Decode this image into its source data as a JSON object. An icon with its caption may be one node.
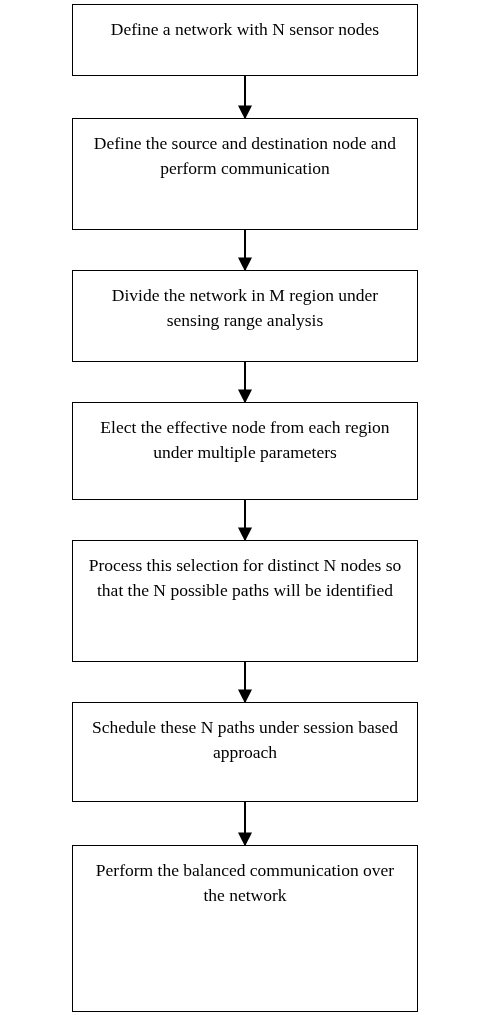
{
  "diagram": {
    "nodes": [
      {
        "text": [
          "Define a network with N sensor nodes"
        ]
      },
      {
        "text": [
          "Define the source and destination node and perform communication"
        ]
      },
      {
        "text": [
          "Divide the network in M region under sensing range analysis"
        ]
      },
      {
        "text": [
          "Elect the effective node from each region under multiple parameters"
        ]
      },
      {
        "text": [
          "Process this selection for distinct N nodes so that the N possible paths will be identified"
        ]
      },
      {
        "text": [
          "Schedule these N paths under session based approach"
        ]
      },
      {
        "text": [
          "Perform the balanced communication over the network"
        ]
      }
    ],
    "edges": [
      {
        "from": 0,
        "to": 1,
        "arrow": "to"
      },
      {
        "from": 1,
        "to": 2,
        "arrow": "to"
      },
      {
        "from": 2,
        "to": 3,
        "arrow": "to"
      },
      {
        "from": 3,
        "to": 4,
        "arrow": "to"
      },
      {
        "from": 4,
        "to": 5,
        "arrow": "to"
      },
      {
        "from": 5,
        "to": 6,
        "arrow": "to"
      }
    ]
  }
}
